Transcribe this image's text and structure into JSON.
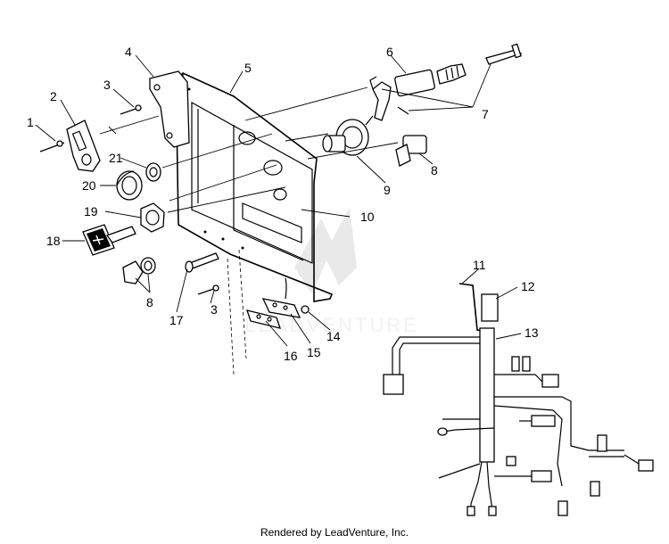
{
  "diagram": {
    "parts": [
      {
        "id": "part-1",
        "label": "1"
      },
      {
        "id": "part-2",
        "label": "2"
      },
      {
        "id": "part-3a",
        "label": "3"
      },
      {
        "id": "part-4",
        "label": "4"
      },
      {
        "id": "part-5",
        "label": "5"
      },
      {
        "id": "part-6",
        "label": "6"
      },
      {
        "id": "part-7",
        "label": "7"
      },
      {
        "id": "part-8a",
        "label": "8"
      },
      {
        "id": "part-9",
        "label": "9"
      },
      {
        "id": "part-10",
        "label": "10"
      },
      {
        "id": "part-11",
        "label": "11"
      },
      {
        "id": "part-12",
        "label": "12"
      },
      {
        "id": "part-13",
        "label": "13"
      },
      {
        "id": "part-14",
        "label": "14"
      },
      {
        "id": "part-15",
        "label": "15"
      },
      {
        "id": "part-16",
        "label": "16"
      },
      {
        "id": "part-3b",
        "label": "3"
      },
      {
        "id": "part-17",
        "label": "17"
      },
      {
        "id": "part-8b",
        "label": "8"
      },
      {
        "id": "part-18",
        "label": "18"
      },
      {
        "id": "part-19",
        "label": "19"
      },
      {
        "id": "part-20",
        "label": "20"
      },
      {
        "id": "part-21",
        "label": "21"
      }
    ],
    "watermark": "LEADVENTURE"
  },
  "footer": "Rendered by LeadVenture, Inc."
}
